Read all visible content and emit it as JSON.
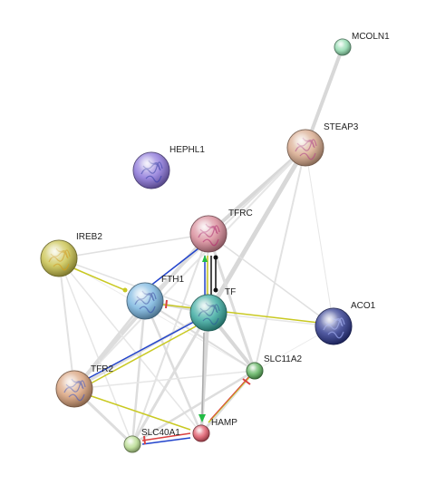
{
  "nodes": [
    {
      "id": "MCOLN1",
      "label": "MCOLN1",
      "color": "#8fd9ad",
      "size": "small",
      "structure": false
    },
    {
      "id": "STEAP3",
      "label": "STEAP3",
      "color": "#d8a98c",
      "size": "large",
      "structure": true,
      "structure_color": "#b04d7a"
    },
    {
      "id": "HEPHL1",
      "label": "HEPHL1",
      "color": "#8a74d9",
      "size": "large",
      "structure": true,
      "structure_color": "#3a3aa8"
    },
    {
      "id": "TFRC",
      "label": "TFRC",
      "color": "#d88a98",
      "size": "large",
      "structure": true,
      "structure_color": "#b0306a"
    },
    {
      "id": "IREB2",
      "label": "IREB2",
      "color": "#c9c24d",
      "size": "large",
      "structure": true,
      "structure_color": "#c89a14"
    },
    {
      "id": "FTH1",
      "label": "FTH1",
      "color": "#7ab6e0",
      "size": "large",
      "structure": true,
      "structure_color": "#3a5aa8"
    },
    {
      "id": "TF",
      "label": "TF",
      "color": "#3aaaa0",
      "size": "large",
      "structure": true,
      "structure_color": "#1f5f8a"
    },
    {
      "id": "ACO1",
      "label": "ACO1",
      "color": "#2f3a8f",
      "size": "large",
      "structure": true,
      "structure_color": "#7d8ad8"
    },
    {
      "id": "SLC11A2",
      "label": "SLC11A2",
      "color": "#5fb35f",
      "size": "small",
      "structure": false
    },
    {
      "id": "TFR2",
      "label": "TFR2",
      "color": "#d8a07a",
      "size": "large",
      "structure": true,
      "structure_color": "#5a5aa0"
    },
    {
      "id": "HAMP",
      "label": "HAMP",
      "color": "#e05a6a",
      "size": "small",
      "structure": false
    },
    {
      "id": "SLC40A1",
      "label": "SLC40A1",
      "color": "#b8dc90",
      "size": "small",
      "structure": false
    }
  ],
  "edges": [
    {
      "source": "MCOLN1",
      "target": "STEAP3",
      "color": "#dddddd"
    },
    {
      "source": "STEAP3",
      "target": "TFRC",
      "color": "#dddddd"
    },
    {
      "source": "STEAP3",
      "target": "TF",
      "color": "#dddddd"
    },
    {
      "source": "STEAP3",
      "target": "SLC11A2",
      "color": "#dddddd"
    },
    {
      "source": "STEAP3",
      "target": "FTH1",
      "color": "#dddddd"
    },
    {
      "source": "STEAP3",
      "target": "TFR2",
      "color": "#dddddd"
    },
    {
      "source": "TFRC",
      "target": "IREB2",
      "color": "#dddddd"
    },
    {
      "source": "TFRC",
      "target": "ACO1",
      "color": "#dddddd"
    },
    {
      "source": "TFRC",
      "target": "SLC11A2",
      "color": "#dddddd"
    },
    {
      "source": "TFRC",
      "target": "TFR2",
      "color": "#dddddd"
    },
    {
      "source": "TFRC",
      "target": "HAMP",
      "color": "#dddddd"
    },
    {
      "source": "TFRC",
      "target": "SLC40A1",
      "color": "#dddddd"
    },
    {
      "source": "TFRC",
      "target": "FTH1",
      "color": "#2244cc"
    },
    {
      "source": "TFRC",
      "target": "TF",
      "color": "#dddddd"
    },
    {
      "source": "IREB2",
      "target": "TF",
      "color": "#dddddd"
    },
    {
      "source": "IREB2",
      "target": "TFR2",
      "color": "#dddddd"
    },
    {
      "source": "IREB2",
      "target": "SLC40A1",
      "color": "#dddddd"
    },
    {
      "source": "IREB2",
      "target": "HAMP",
      "color": "#dddddd"
    },
    {
      "source": "IREB2",
      "target": "FTH1",
      "color": "#cccc22"
    },
    {
      "source": "FTH1",
      "target": "TF",
      "color": "#dddddd"
    },
    {
      "source": "FTH1",
      "target": "TFR2",
      "color": "#dddddd"
    },
    {
      "source": "FTH1",
      "target": "HAMP",
      "color": "#dddddd"
    },
    {
      "source": "FTH1",
      "target": "SLC40A1",
      "color": "#dddddd"
    },
    {
      "source": "FTH1",
      "target": "SLC11A2",
      "color": "#dddddd"
    },
    {
      "source": "FTH1",
      "target": "ACO1",
      "color": "#cccc22"
    },
    {
      "source": "TF",
      "target": "ACO1",
      "color": "#dddddd"
    },
    {
      "source": "TF",
      "target": "SLC11A2",
      "color": "#dddddd"
    },
    {
      "source": "TF",
      "target": "SLC40A1",
      "color": "#dddddd"
    },
    {
      "source": "TF",
      "target": "TFR2",
      "color": "#2244cc"
    },
    {
      "source": "TF",
      "target": "HAMP",
      "color": "#cccccc"
    },
    {
      "source": "SLC11A2",
      "target": "TFR2",
      "color": "#dddddd"
    },
    {
      "source": "SLC11A2",
      "target": "HAMP",
      "color": "#dddddd"
    },
    {
      "source": "SLC11A2",
      "target": "SLC40A1",
      "color": "#dddddd"
    },
    {
      "source": "TFR2",
      "target": "HAMP",
      "color": "#cccc22"
    },
    {
      "source": "TFR2",
      "target": "SLC40A1",
      "color": "#dddddd"
    },
    {
      "source": "HAMP",
      "target": "SLC40A1",
      "color": "#2244cc"
    }
  ]
}
